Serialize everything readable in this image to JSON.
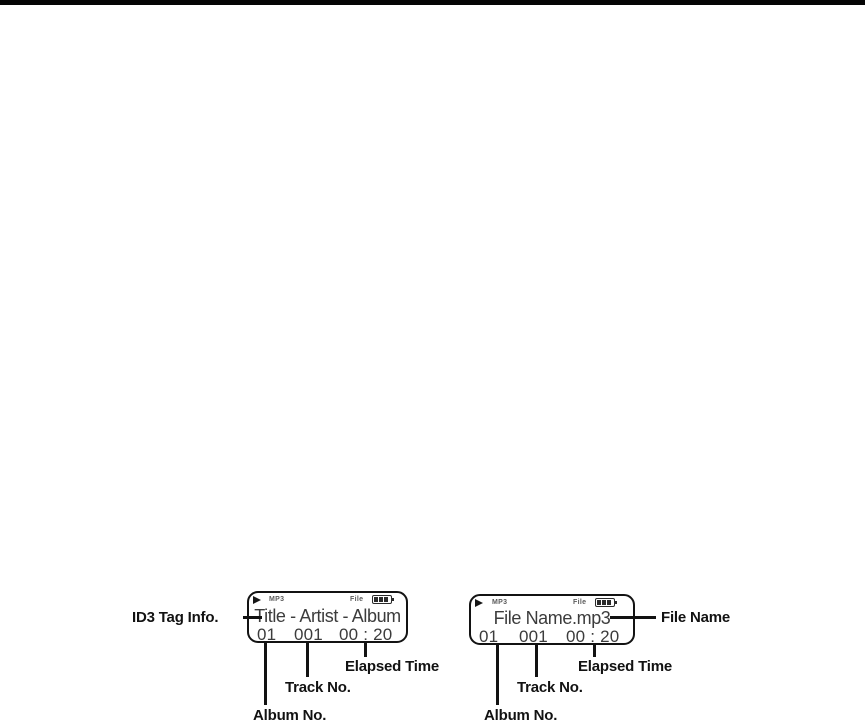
{
  "page": {
    "background": "#ffffff",
    "top_rule_color": "#050505",
    "line_color": "#121212"
  },
  "icons": {
    "play": "right-pointing filled triangle",
    "battery": "battery outline with 3 charge bars"
  },
  "left_diagram": {
    "callout_label": "ID3 Tag Info.",
    "screen": {
      "codec": "MP3",
      "mode": "File",
      "line1": "Title - Artist - Album",
      "album_no": "01",
      "track_no": "001",
      "elapsed_time": "00 : 20"
    },
    "labels": {
      "elapsed": "Elapsed Time",
      "track": "Track No.",
      "album": "Album No."
    }
  },
  "right_diagram": {
    "callout_label": "File Name",
    "screen": {
      "codec": "MP3",
      "mode": "File",
      "line1": "File Name.mp3",
      "album_no": "01",
      "track_no": "001",
      "elapsed_time": "00 : 20"
    },
    "labels": {
      "elapsed": "Elapsed Time",
      "track": "Track No.",
      "album": "Album No."
    }
  }
}
